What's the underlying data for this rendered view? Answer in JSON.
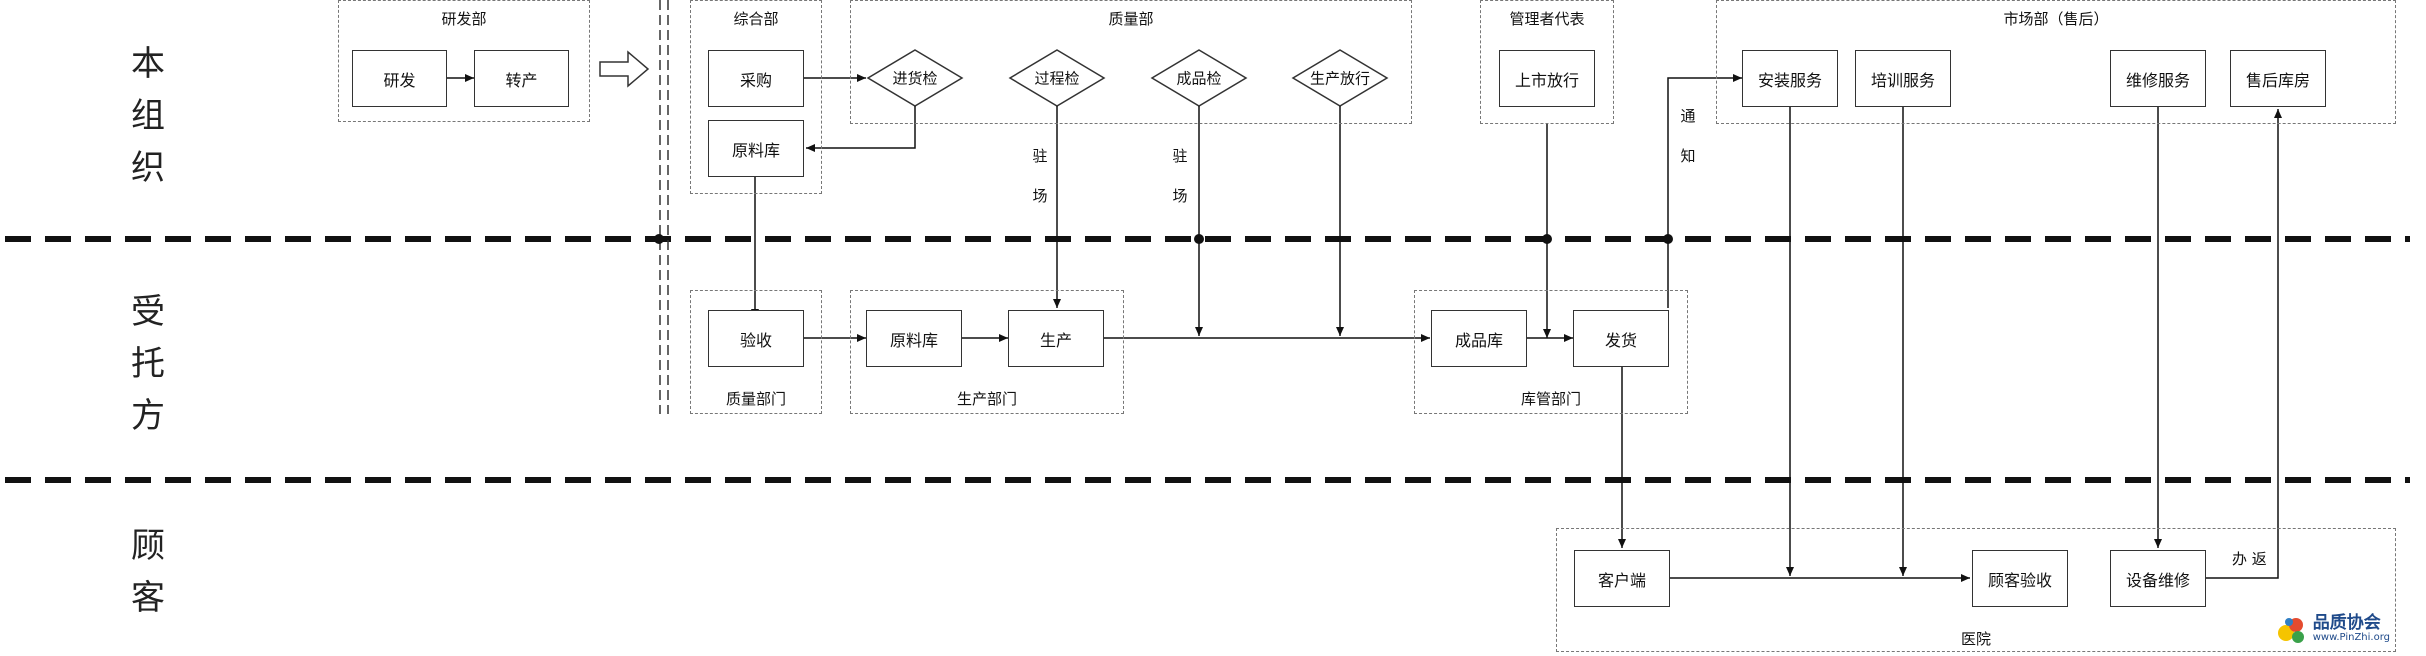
{
  "lanes": {
    "org": [
      "本",
      "组",
      "织"
    ],
    "contractor": [
      "受",
      "托",
      "方"
    ],
    "customer": [
      "顾",
      "客"
    ]
  },
  "groups": {
    "rd": "研发部",
    "general": "综合部",
    "quality": "质量部",
    "mgmt_rep": "管理者代表",
    "market": "市场部（售后）",
    "quality_dept": "质量部门",
    "production_dept": "生产部门",
    "warehouse_dept": "库管部门",
    "hospital": "医院"
  },
  "boxes": {
    "rd": "研发",
    "transfer": "转产",
    "purchase": "采购",
    "raw_store": "原料库",
    "market_release": "上市放行",
    "install": "安装服务",
    "training": "培训服务",
    "repair_service": "维修服务",
    "aftersale_store": "售后库房",
    "acceptance": "验收",
    "raw_store_2": "原料库",
    "production": "生产",
    "finished_store": "成品库",
    "shipping": "发货",
    "client": "客户端",
    "customer_accept": "顾客验收",
    "device_repair": "设备维修"
  },
  "decisions": {
    "incoming": "进货检",
    "process": "过程检",
    "finished": "成品检",
    "release": "生产放行"
  },
  "annotations": {
    "onsite_1": [
      "驻",
      "场"
    ],
    "onsite_2": [
      "驻",
      "场"
    ],
    "notify": [
      "通",
      "知"
    ],
    "return": "办 返"
  },
  "logo": {
    "name": "品质协会",
    "url": "www.PinZhi.org"
  }
}
